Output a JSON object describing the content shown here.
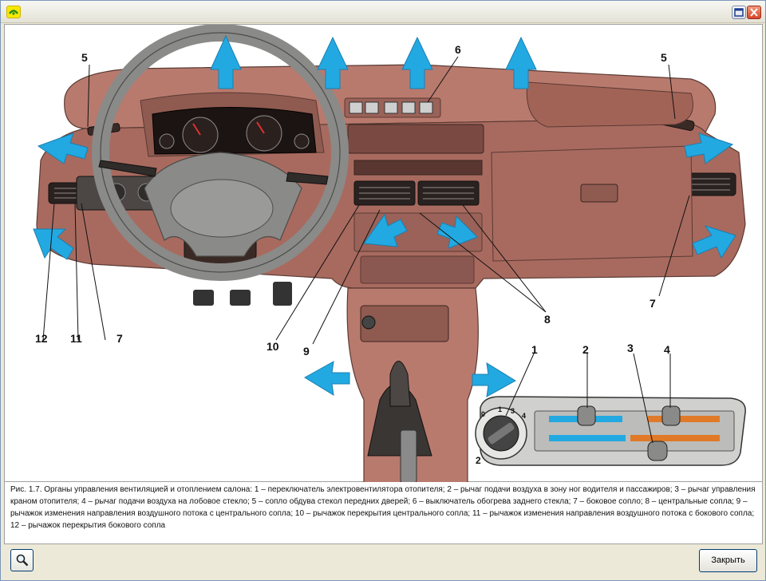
{
  "window": {
    "title": ""
  },
  "figure": {
    "callouts": {
      "c1": "1",
      "c2": "2",
      "c3": "3",
      "c4": "4",
      "c5a": "5",
      "c5b": "5",
      "c6": "6",
      "c7a": "7",
      "c7b": "7",
      "c8": "8",
      "c9": "9",
      "c10": "10",
      "c11": "11",
      "c12": "12"
    },
    "dial_marks": {
      "d0": "0",
      "d1": "1",
      "d2": "2",
      "d3": "3",
      "d4": "4"
    },
    "colors": {
      "dashboard": "#b97a6e",
      "airflow_arrow": "#23a9e1",
      "hot_scale": "#e07a28",
      "cold_scale": "#23a9e1"
    }
  },
  "caption": {
    "text": "Рис. 1.7. Органы управления вентиляцией и отоплением салона: 1 – переключатель электровентилятора отопителя; 2 – рычаг подачи воздуха в зону ног водителя и пассажиров; 3 – рычаг управления краном отопителя; 4 – рычаг подачи воздуха на лобовое стекло; 5 – сопло обдува стекол передних дверей; 6 – выключатель обогрева заднего стекла; 7 – боковое сопло; 8 – центральные сопла; 9 – рычажок изменения направления воздушного потока с центрального сопла; 10 – рычажок перекрытия центрального сопла; 11 – рычажок изменения направления воздушного потока с бокового сопла; 12 – рычажок перекрытия бокового сопла"
  },
  "toolbar": {
    "close_label": "Закрыть",
    "search_icon": "magnifier-icon"
  }
}
